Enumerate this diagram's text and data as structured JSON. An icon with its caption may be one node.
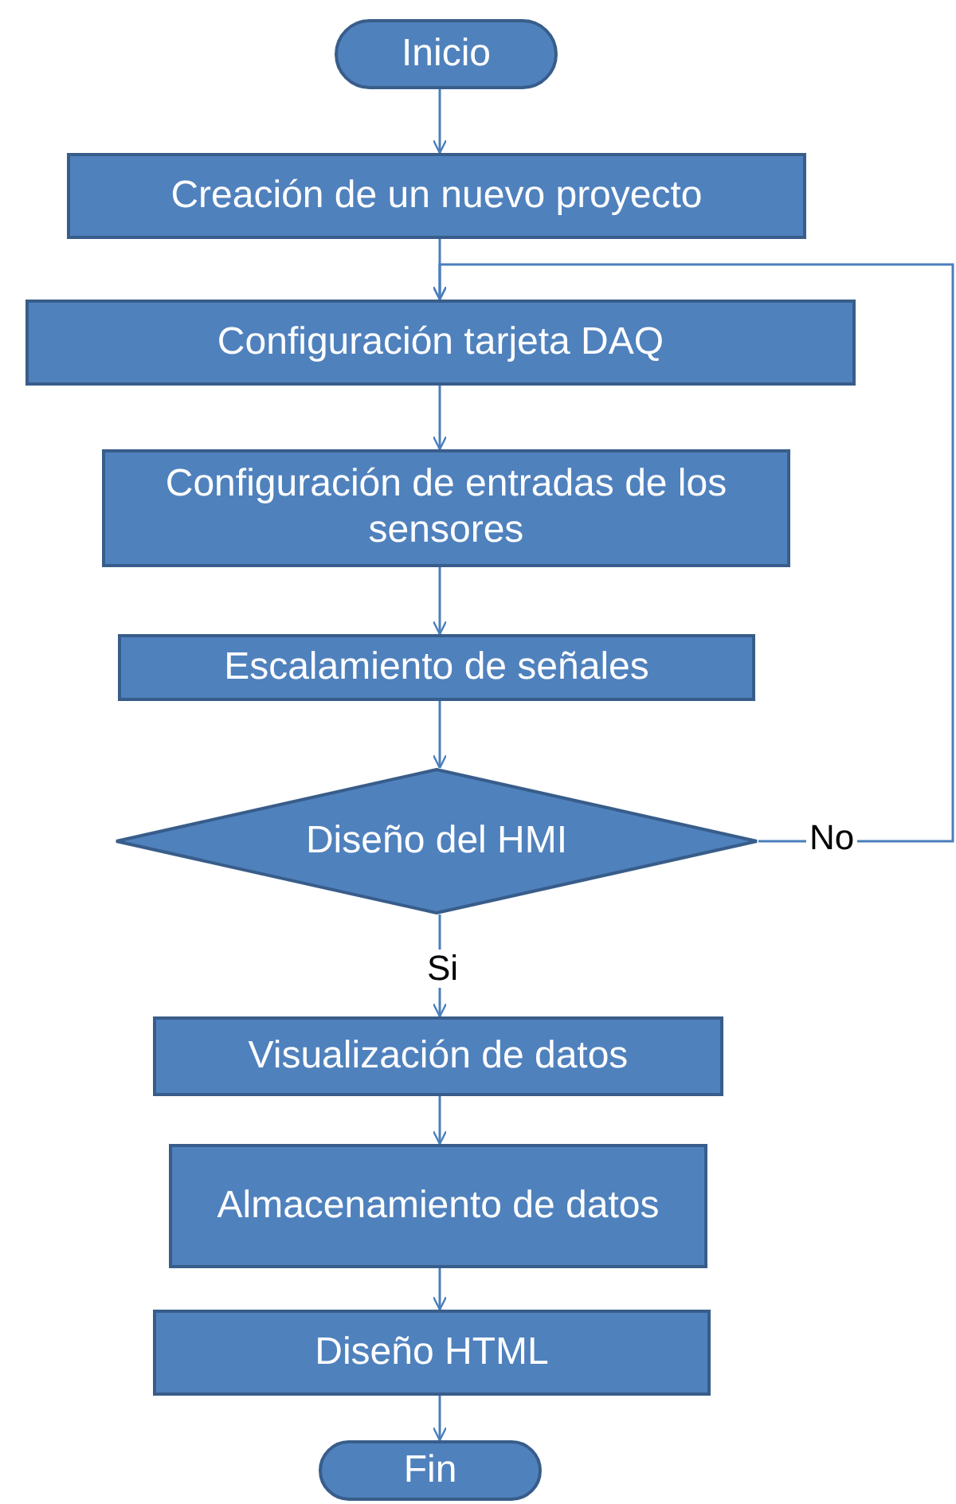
{
  "diagram": {
    "nodes": [
      {
        "text": [
          "Inicio"
        ]
      },
      {
        "text": [
          "Creación de un nuevo proyecto"
        ]
      },
      {
        "text": [
          "Configuración tarjeta DAQ"
        ]
      },
      {
        "text": [
          "Configuración de entradas de los sensores"
        ]
      },
      {
        "text": [
          "Escalamiento de señales"
        ]
      },
      {
        "text": [
          "Diseño del HMI"
        ]
      },
      {
        "text": [
          "Visualización de datos"
        ]
      },
      {
        "text": [
          "Almacenamiento de datos"
        ]
      },
      {
        "text": [
          "Diseño HTML"
        ]
      },
      {
        "text": [
          "Fin"
        ]
      }
    ],
    "edges": [
      {
        "from": 0,
        "to": 1,
        "arrow": "to"
      },
      {
        "from": 1,
        "to": 2,
        "arrow": "to"
      },
      {
        "from": 2,
        "to": 3,
        "arrow": "to"
      },
      {
        "from": 3,
        "to": 4,
        "arrow": "to"
      },
      {
        "from": 4,
        "to": 5,
        "arrow": "to"
      },
      {
        "from": 5,
        "to": 2,
        "label": "No",
        "arrow": "to"
      },
      {
        "from": 5,
        "to": 6,
        "label": "Si",
        "arrow": "to"
      },
      {
        "from": 6,
        "to": 7,
        "arrow": "to"
      },
      {
        "from": 7,
        "to": 8,
        "arrow": "to"
      },
      {
        "from": 8,
        "to": 9,
        "arrow": "to"
      }
    ]
  }
}
